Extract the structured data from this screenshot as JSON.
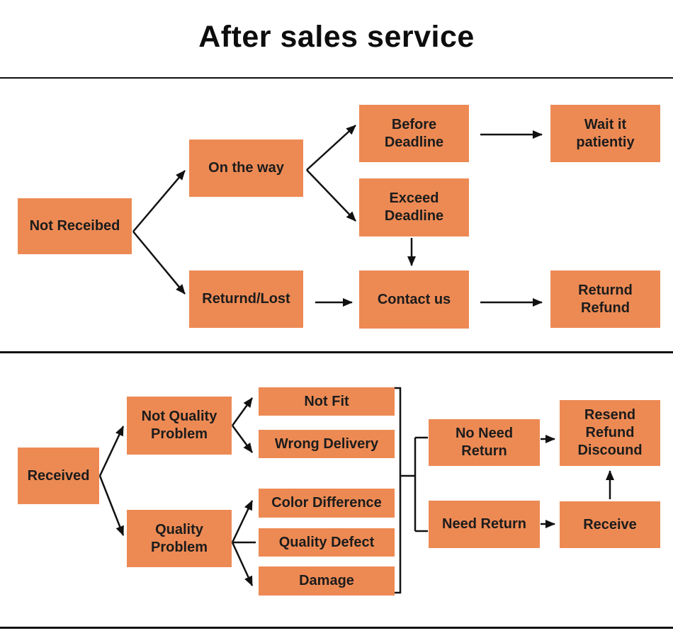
{
  "title": "After sales service",
  "colors": {
    "node_fill": "#ED8A54",
    "node_text": "#1C1C1C",
    "line": "#111111",
    "background": "#FFFFFF"
  },
  "diagram": {
    "sections": [
      {
        "name": "not-received-flow"
      },
      {
        "name": "received-flow"
      }
    ],
    "nodes": {
      "not_received": {
        "label": "Not Receibed"
      },
      "on_the_way": {
        "label": "On the way"
      },
      "returned_lost": {
        "label": "Returnd/Lost"
      },
      "before_deadline": {
        "label": "Before Deadline"
      },
      "exceed_deadline": {
        "label": "Exceed Deadline"
      },
      "contact_us": {
        "label": "Contact us"
      },
      "wait_patiently": {
        "label": "Wait it patientiy"
      },
      "return_refund": {
        "label": "Returnd Refund"
      },
      "received": {
        "label": "Received"
      },
      "not_quality_problem": {
        "label": "Not Quality Problem"
      },
      "quality_problem": {
        "label": "Quality Problem"
      },
      "not_fit": {
        "label": "Not Fit"
      },
      "wrong_delivery": {
        "label": "Wrong Delivery"
      },
      "color_difference": {
        "label": "Color Difference"
      },
      "quality_defect": {
        "label": "Quality Defect"
      },
      "damage": {
        "label": "Damage"
      },
      "no_need_return": {
        "label": "No Need Return"
      },
      "need_return": {
        "label": "Need Return"
      },
      "resend_refund_discound": {
        "label": "Resend Refund Discound"
      },
      "receive": {
        "label": "Receive"
      }
    },
    "edges": [
      {
        "from": "not_received",
        "to": "on_the_way",
        "arrow": true
      },
      {
        "from": "not_received",
        "to": "returned_lost",
        "arrow": true
      },
      {
        "from": "on_the_way",
        "to": "before_deadline",
        "arrow": true
      },
      {
        "from": "on_the_way",
        "to": "exceed_deadline",
        "arrow": true
      },
      {
        "from": "before_deadline",
        "to": "wait_patiently",
        "arrow": true
      },
      {
        "from": "exceed_deadline",
        "to": "contact_us",
        "arrow": true
      },
      {
        "from": "returned_lost",
        "to": "contact_us",
        "arrow": true
      },
      {
        "from": "contact_us",
        "to": "return_refund",
        "arrow": true
      },
      {
        "from": "received",
        "to": "not_quality_problem",
        "arrow": true
      },
      {
        "from": "received",
        "to": "quality_problem",
        "arrow": true
      },
      {
        "from": "not_quality_problem",
        "to": "not_fit",
        "arrow": true
      },
      {
        "from": "not_quality_problem",
        "to": "wrong_delivery",
        "arrow": true
      },
      {
        "from": "quality_problem",
        "to": "color_difference",
        "arrow": true
      },
      {
        "from": "quality_problem",
        "to": "quality_defect",
        "arrow": false
      },
      {
        "from": "quality_problem",
        "to": "damage",
        "arrow": true
      },
      {
        "from": "no_need_return",
        "to": "resend_refund_discound",
        "arrow": true
      },
      {
        "from": "need_return",
        "to": "receive",
        "arrow": true
      },
      {
        "from": "receive",
        "to": "resend_refund_discound",
        "arrow": true
      }
    ],
    "bracket": {
      "groups": [
        "not_fit",
        "wrong_delivery",
        "color_difference",
        "quality_defect",
        "damage"
      ],
      "to": [
        "no_need_return",
        "need_return"
      ]
    }
  }
}
